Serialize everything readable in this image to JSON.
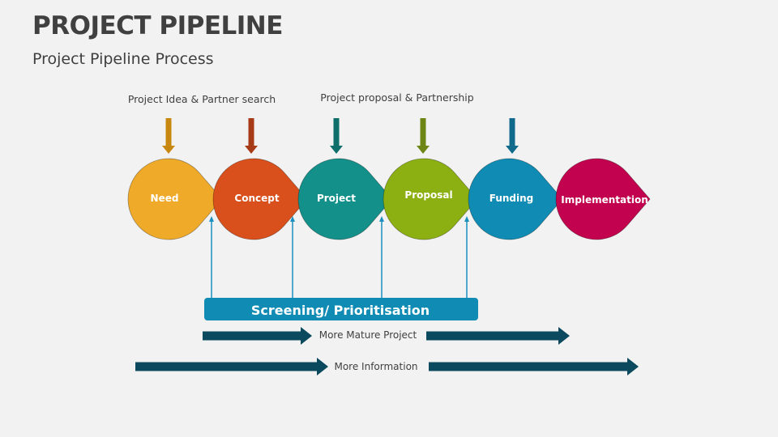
{
  "header": {
    "title": "PROJECT PIPELINE",
    "subtitle": "Project Pipeline Process"
  },
  "diagram": {
    "top_labels": [
      {
        "text": "Project Idea & Partner  search"
      },
      {
        "text": "Project proposal & Partnership"
      }
    ],
    "stages": [
      {
        "label": "Need",
        "color": "#f0aa2a",
        "arrow_color": "#c8880f"
      },
      {
        "label": "Concept",
        "color": "#d9501c",
        "arrow_color": "#a83b17"
      },
      {
        "label": "Project",
        "color": "#13908a",
        "arrow_color": "#0e6e6a"
      },
      {
        "label": "Proposal",
        "color": "#8cb012",
        "arrow_color": "#6c8515"
      },
      {
        "label": "Funding",
        "color": "#0f8bb4",
        "arrow_color": "#0f6a8c"
      },
      {
        "label": "Implementation",
        "color": "#c2024e",
        "arrow_color": null
      }
    ],
    "screening_box": {
      "label": "Screening/ Prioritisation",
      "color": "#0f8bb4"
    },
    "flow_arrows": [
      {
        "label": "More Mature Project",
        "color": "#0b4a5e"
      },
      {
        "label": "More Information",
        "color": "#0b4a5e"
      }
    ],
    "connector_color": "#1a8fc0"
  }
}
